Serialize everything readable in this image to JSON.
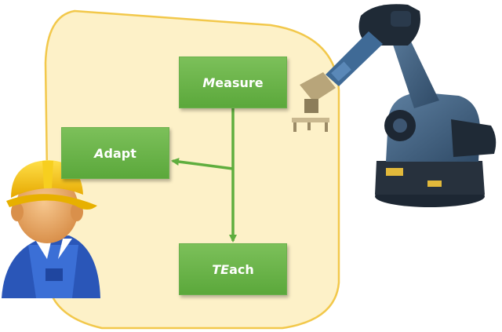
{
  "diagram": {
    "steps": {
      "measure": {
        "lead": "M",
        "rest": "easure"
      },
      "adapt": {
        "lead": "A",
        "rest": "dapt"
      },
      "teach": {
        "lead": "TE",
        "rest": "ach"
      }
    },
    "colors": {
      "region_fill": "#fdf1c8",
      "region_border": "#f2c84b",
      "box_fill": "#6db54a",
      "arrow": "#5fae3e"
    },
    "icons": [
      "worker-icon",
      "industrial-robot-icon"
    ]
  }
}
